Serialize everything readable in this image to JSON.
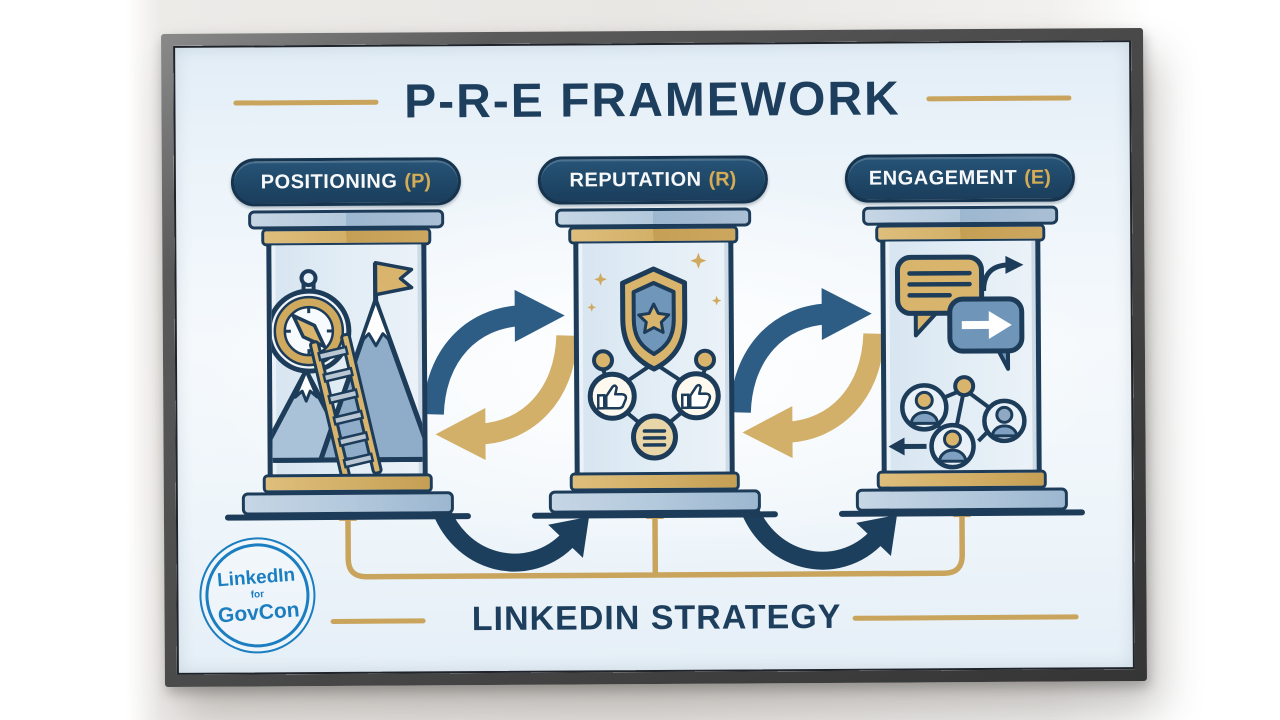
{
  "poster": {
    "title": "P-R-E FRAMEWORK",
    "footer_label": "LINKEDIN STRATEGY"
  },
  "pillars": [
    {
      "label": "POSITIONING",
      "letter": "(P)",
      "icons": [
        "compass-icon",
        "flag-mountain-icon",
        "ladder-icon"
      ]
    },
    {
      "label": "REPUTATION",
      "letter": "(R)",
      "icons": [
        "shield-star-icon",
        "sparkles-icon",
        "thumbs-up-network-icon",
        "list-node-icon"
      ]
    },
    {
      "label": "ENGAGEMENT",
      "letter": "(E)",
      "icons": [
        "chat-bubble-gold-icon",
        "chat-bubble-arrow-icon",
        "share-curve-arrow-icon",
        "people-network-icon",
        "back-arrow-icon"
      ]
    }
  ],
  "flow_icons": [
    "curved-arrow-forward",
    "curved-arrow-backward",
    "loop-swoosh-arrow",
    "bracket-up-arrows"
  ],
  "logo": {
    "line1": "LinkedIn",
    "line2": "for",
    "line3": "GovCon"
  },
  "colors": {
    "navy": "#1d3c59",
    "pill_navy": "#1f4767",
    "gold": "#c9a45c",
    "gold_light": "#d8b46c",
    "steel_blue": "#7fa3c4",
    "light_blue": "#dce9f3",
    "poster_blue": "#e6f0f8",
    "logo_blue": "#1b7ec0",
    "frame_gray": "#474747"
  }
}
